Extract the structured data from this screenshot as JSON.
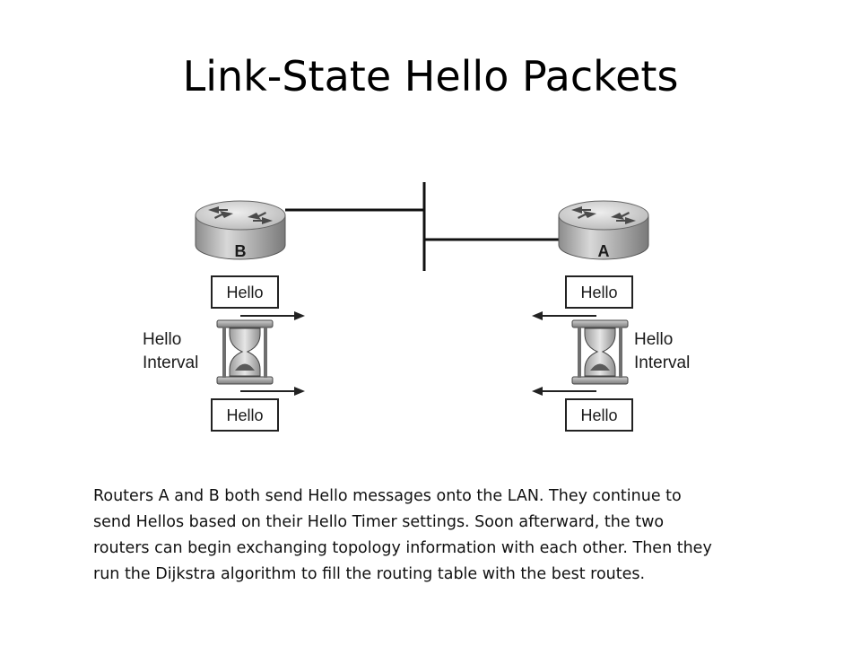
{
  "slide": {
    "title": "Link-State Hello Packets",
    "caption_lines": [
      "Routers A and B both send Hello messages onto the LAN. They continue to",
      "send Hellos based on their Hello Timer settings. Soon afterward, the two",
      "routers can begin exchanging topology information with each other. Then they",
      "run the Dijkstra algorithm to fill the routing table with the best routes."
    ]
  },
  "diagram": {
    "router_left": {
      "label": "B",
      "icon": "router-icon"
    },
    "router_right": {
      "label": "A",
      "icon": "router-icon"
    },
    "hello_label": "Hello",
    "interval_line1": "Hello",
    "interval_line2": "Interval",
    "timer_icon": "hourglass-icon",
    "colors": {
      "line": "#111111",
      "router_top": "#d9d9d9",
      "router_side": "#9a9a9a"
    }
  }
}
